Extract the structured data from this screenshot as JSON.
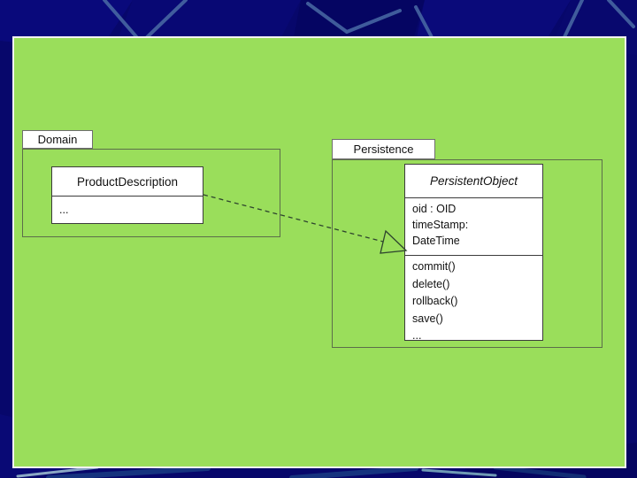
{
  "colors": {
    "page_bg": "#07076b",
    "slide_bg": "#9ade5b",
    "slide_border": "#f2f2f2",
    "diagram_line": "#333333"
  },
  "diagram": {
    "domain_package": {
      "label": "Domain",
      "class": {
        "title": "ProductDescription",
        "body": "..."
      }
    },
    "persistence_package": {
      "label": "Persistence",
      "class": {
        "title": "PersistentObject",
        "attributes": [
          "oid : OID",
          "timeStamp:",
          "DateTime"
        ],
        "operations": [
          "commit()",
          "delete()",
          "rollback()",
          "save()",
          "..."
        ]
      }
    }
  }
}
